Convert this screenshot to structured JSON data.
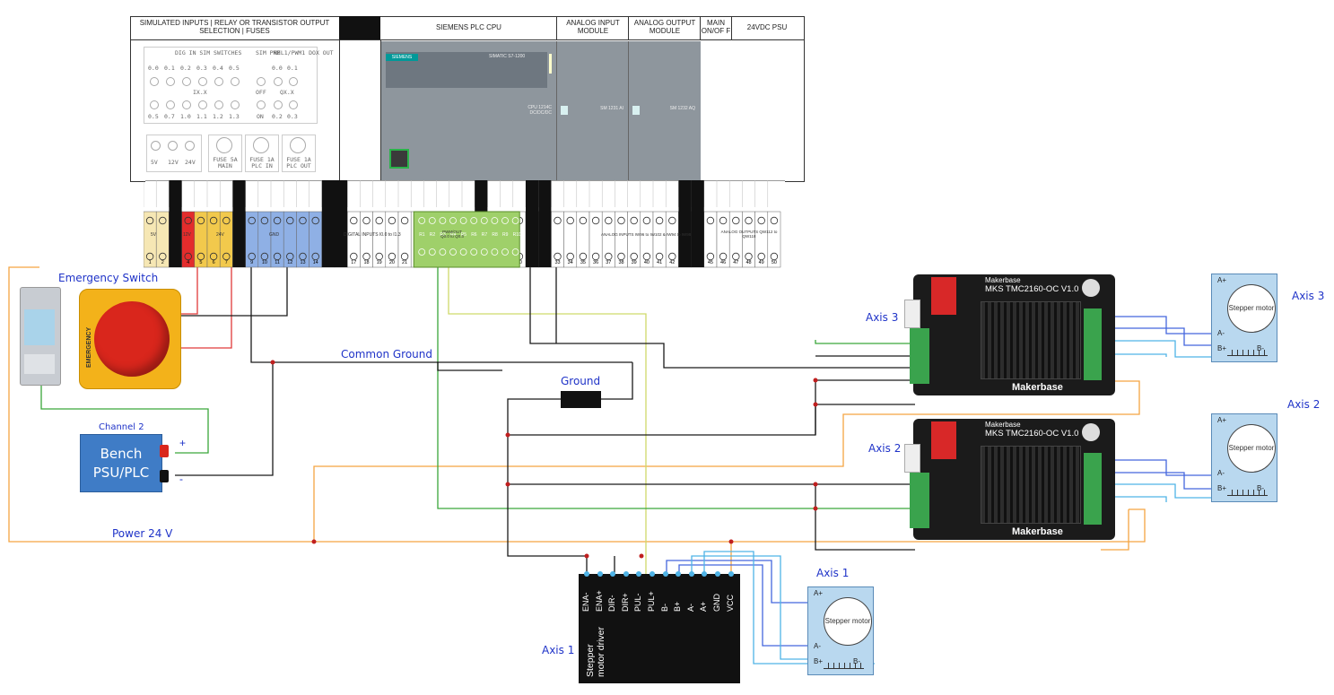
{
  "panel": {
    "headers": [
      "SIMULATED INPUTS | RELAY OR TRANSISTOR OUTPUT SELECTION | FUSES",
      "SIEMENS PLC CPU",
      "ANALOG INPUT MODULE",
      "ANALOG OUTPUT MODULE",
      "MAIN ON/OF F",
      "24VDC PSU"
    ],
    "dig_in_sim": "DIG IN SIM SWITCHES",
    "sim_pwm": "SIM PWM",
    "rel_pwm": "REL1/PWM1 DOX OUT",
    "row1_labels": [
      "0.0",
      "0.1",
      "0.2",
      "0.3",
      "0.4",
      "0.5"
    ],
    "row1_right": [
      "0.0",
      "0.1"
    ],
    "ix_label": "IX.X",
    "off_label": "OFF",
    "qx_label": "QX.X",
    "row2_labels": [
      "0.5",
      "0.7",
      "1.0",
      "1.1",
      "1.2",
      "1.3"
    ],
    "on_label": "ON",
    "row2_right": [
      "0.2",
      "0.3"
    ],
    "voltages": [
      "5V",
      "12V",
      "24V"
    ],
    "fuses": [
      "FUSE 5A MAIN",
      "FUSE 1A PLC IN",
      "FUSE 1A PLC OUT"
    ],
    "plc_brand": "SIEMENS",
    "plc_model": "SIMATIC S7-1200",
    "cpu_label": "CPU 1214C DC/DC/DC",
    "sm1231": "SM 1231 AI",
    "sm1232": "SM 1232 AQ",
    "terminal_groups": {
      "v5": "5V",
      "v12": "12V",
      "v24": "24V",
      "gnd": "GND",
      "dig": "DIGITAL INPUTS I0.0 to I1.3",
      "pwm": "PWM/OUT Q0.0 to Q0.3",
      "ain": "ANALOG INPUTS IW96 to IW102 & IW94 to IW98",
      "aout": "ANALOG OUTPUTS QW112 to QW118"
    },
    "relays": [
      "R1",
      "R2",
      "R3",
      "R4",
      "R5",
      "R6",
      "R7",
      "R8",
      "R9",
      "R10"
    ]
  },
  "labels": {
    "emergency_switch": "Emergency Switch",
    "emergency_text": "EMERGENCY",
    "common_ground": "Common Ground",
    "ground": "Ground",
    "channel2": "Channel 2",
    "bench_psu": "Bench PSU/PLC",
    "plus": "+",
    "minus": "-",
    "power24": "Power 24 V",
    "axis3_left": "Axis 3",
    "axis3_right": "Axis 3",
    "axis2_left": "Axis 2",
    "axis2_right": "Axis 2",
    "axis1_top": "Axis 1",
    "axis1_left": "Axis 1"
  },
  "driver": {
    "pins": [
      "ENA-",
      "ENA+",
      "DIR-",
      "DIR+",
      "PUL-",
      "PUL+",
      "B-",
      "B+",
      "A-",
      "A+",
      "GND",
      "VCC"
    ],
    "title": "Stepper motor driver"
  },
  "boards": {
    "brand": "Makerbase",
    "model": "MKS TMC2160-OC V1.0",
    "logo": "Makerbase"
  },
  "motor": {
    "label": "Stepper motor",
    "pins": [
      "A+",
      "A-",
      "B+",
      "B-"
    ]
  },
  "colors": {
    "wire_black": "#1a1a1a",
    "wire_orange": "#f5a542",
    "wire_green": "#3aa63a",
    "wire_yellowgreen": "#cfd96a",
    "wire_red": "#e03a3a",
    "wire_blue": "#4466dd",
    "wire_lightblue": "#4fb3e6",
    "label_blue": "#1f33c8",
    "psu_blue": "#3f7cc6"
  }
}
